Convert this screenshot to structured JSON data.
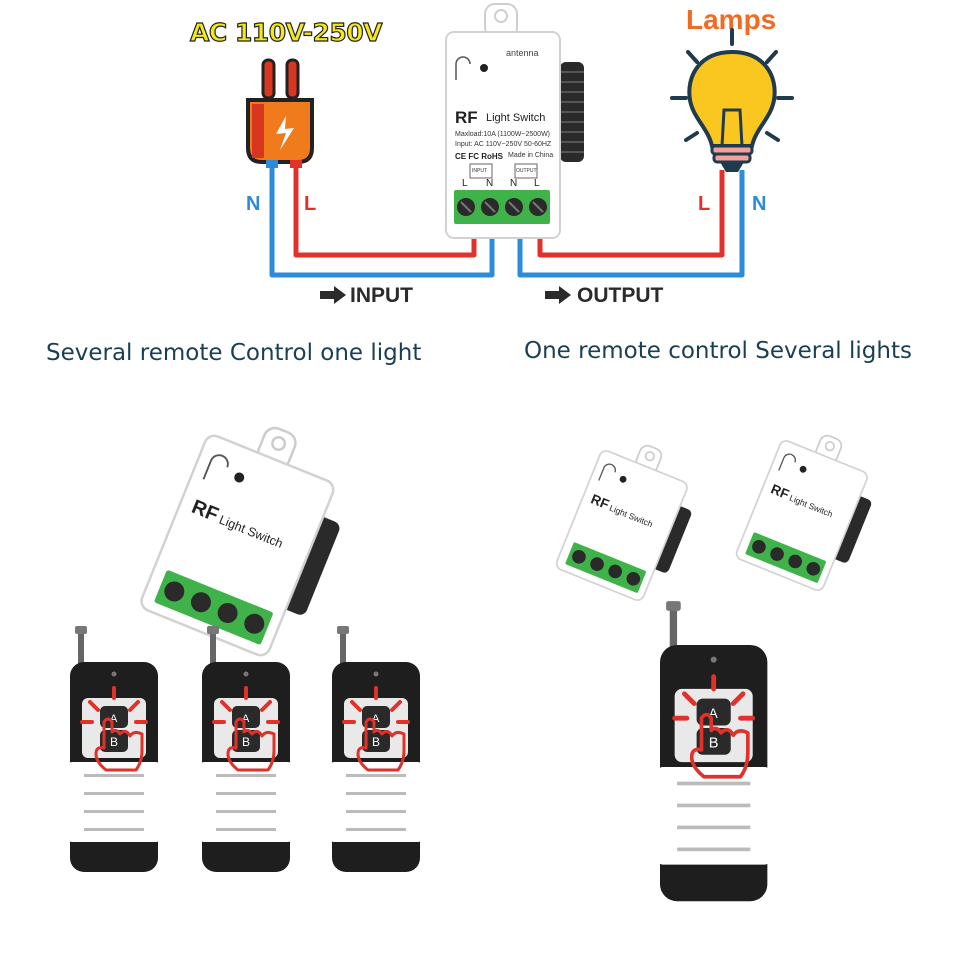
{
  "top": {
    "voltage_label": "AC 110V-250V",
    "lamps_label": "Lamps",
    "input_label": "INPUT",
    "output_label": "OUTPUT",
    "left_n": "N",
    "left_l": "L",
    "right_l": "L",
    "right_n": "N"
  },
  "module": {
    "brand": "RF",
    "name": "Light Switch",
    "antenna": "antenna",
    "maxload": "Maxload:10A (1100W~2500W)",
    "input": "Input: AC 110V~250V 50-60HZ",
    "certs": "CE FC RoHS",
    "made_in": "Made in China",
    "terminal_input": "INPUT",
    "terminal_output": "OUTPUT",
    "terminals": [
      "L",
      "N",
      "N",
      "L"
    ]
  },
  "remote": {
    "button_a": "A",
    "button_b": "B"
  },
  "panels": {
    "left_title": "Several remote Control one light",
    "right_title": "One remote control Several lights"
  },
  "colors": {
    "live_wire": "#e0322b",
    "neutral_wire": "#2d8bd8",
    "panel_bg": "#88bfcc",
    "terminal_green": "#3fb34a",
    "plug_orange": "#f07b1c",
    "bulb_yellow": "#f9c720"
  }
}
